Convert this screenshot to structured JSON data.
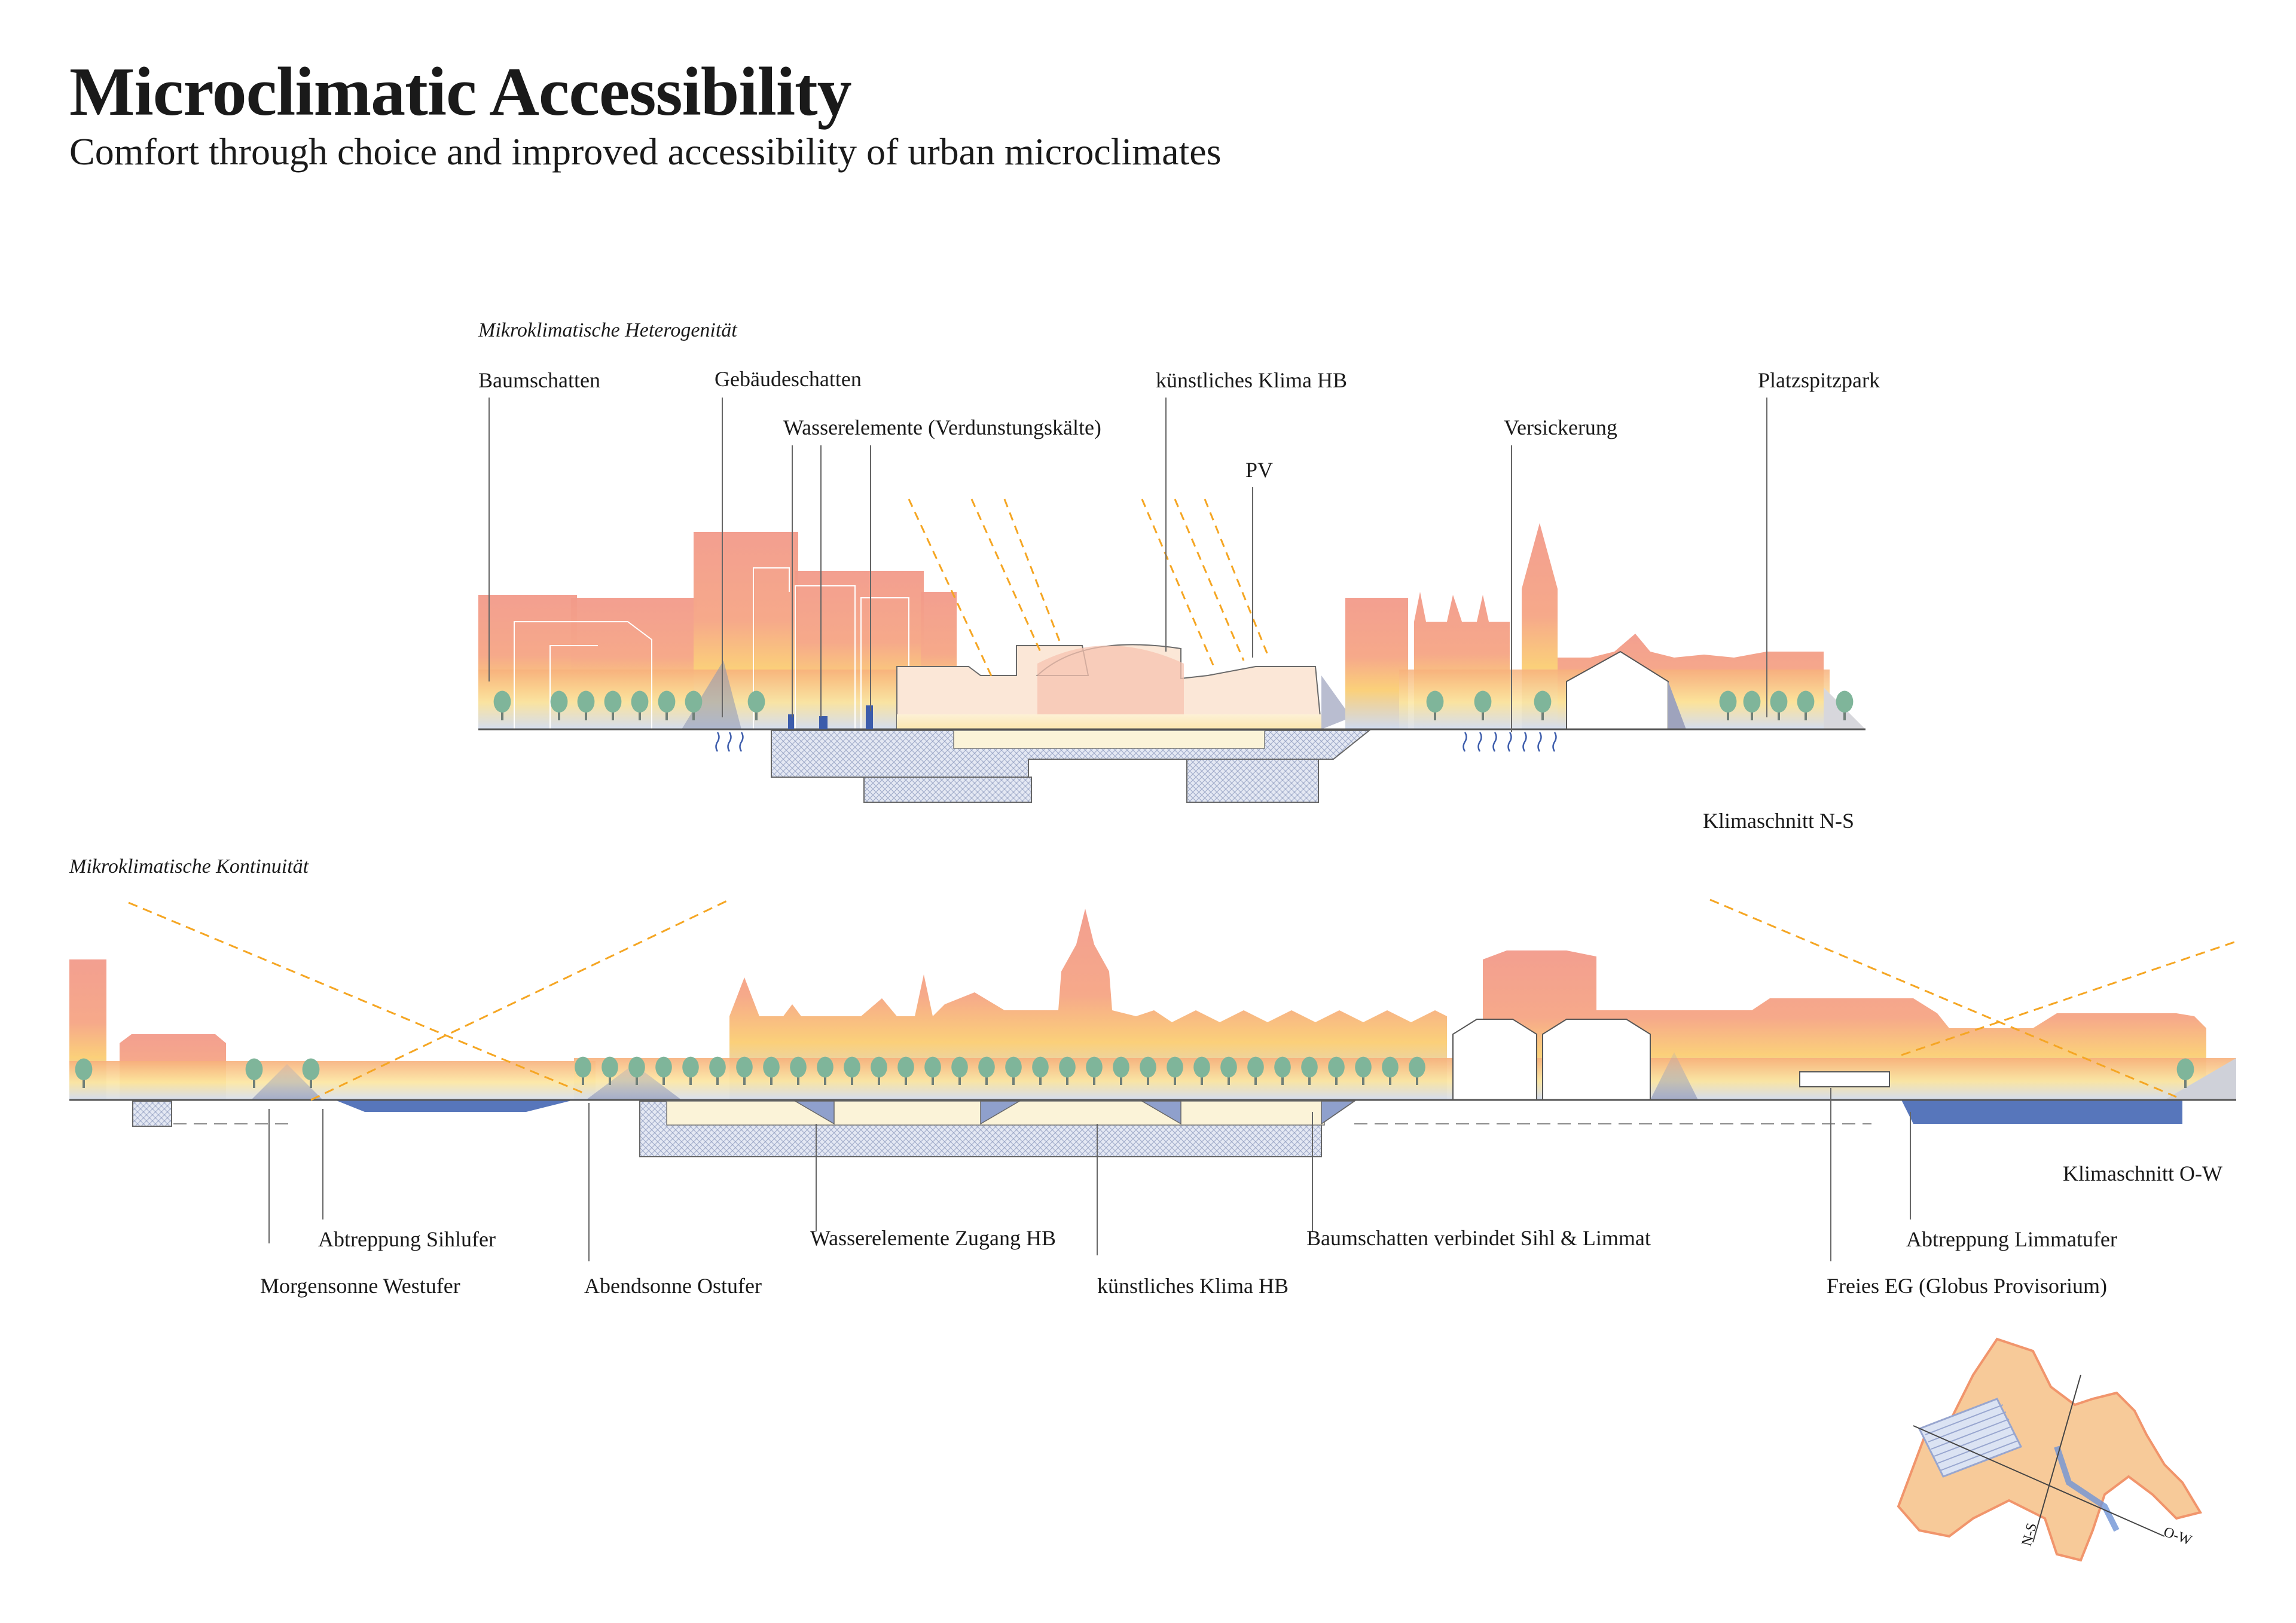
{
  "header": {
    "title": "Microclimatic Accessibility",
    "subtitle": "Comfort through choice and improved accessibility of urban microclimates"
  },
  "section_ns": {
    "heading": "Mikroklimatische Heterogenität",
    "caption": "Klimaschnitt N-S",
    "labels": {
      "baumschatten": "Baumschatten",
      "gebaeudeschatten": "Gebäudeschatten",
      "wasserelemente": "Wasserelemente (Verdunstungskälte)",
      "kuenstliches_klima": "künstliches Klima HB",
      "pv": "PV",
      "versickerung": "Versickerung",
      "platzspitzpark": "Platzspitzpark"
    }
  },
  "section_ow": {
    "heading": "Mikroklimatische Kontinuität",
    "caption": "Klimaschnitt O-W",
    "labels": {
      "abtreppung_sihlufer": "Abtreppung Sihlufer",
      "morgensonne": "Morgensonne Westufer",
      "abendsonne": "Abendsonne Ostufer",
      "wasserelemente_zugang": "Wasserelemente Zugang HB",
      "kuenstliches_klima": "künstliches Klima HB",
      "baumschatten_verbindet": "Baumschatten verbindet Sihl & Limmat",
      "abtreppung_limmatufer": "Abtreppung Limmatufer",
      "freies_eg": "Freies EG (Globus Provisorium)"
    }
  },
  "map": {
    "ns_label": "N-S",
    "ow_label": "O-W"
  },
  "colors": {
    "building_warm": "#f4a093",
    "gradient_hot": "#f2826c",
    "gradient_mid": "#fbd27a",
    "gradient_cool": "#c9d7ee",
    "tree": "#7fb59a",
    "water": "#4a6fb5",
    "sun_ray": "#f5a623",
    "line": "#555555",
    "underground_fill": "#dde3f0"
  }
}
